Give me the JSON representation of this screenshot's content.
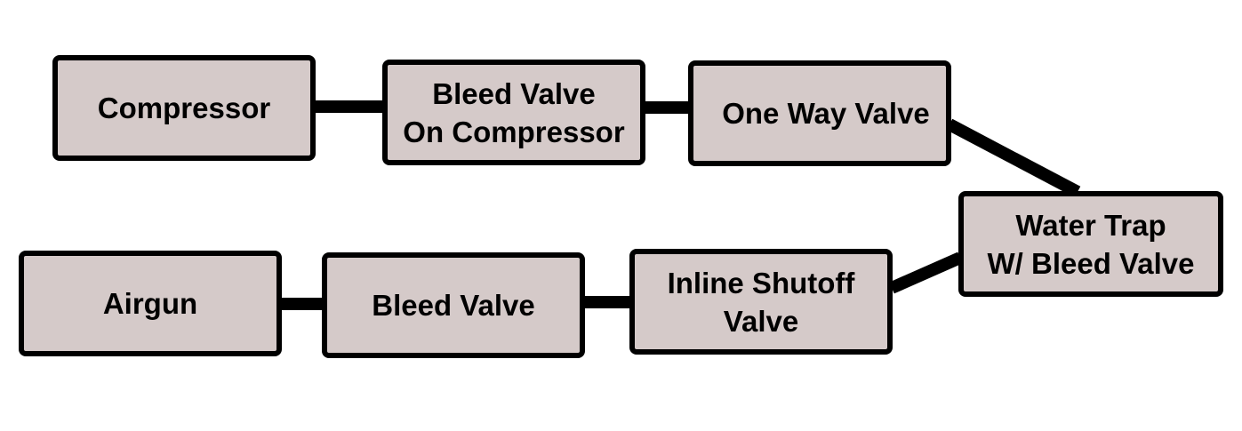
{
  "diagram": {
    "colors": {
      "box_fill": "#d5cac9",
      "box_border": "#000000",
      "connector": "#000000",
      "text": "#000000",
      "background": "#ffffff"
    },
    "nodes": {
      "compressor": "Compressor",
      "bleed_valve_compressor": "Bleed Valve\nOn Compressor",
      "one_way_valve": "One Way Valve",
      "water_trap": "Water Trap\nW/ Bleed Valve",
      "inline_shutoff": "Inline Shutoff\nValve",
      "bleed_valve": "Bleed Valve",
      "airgun": "Airgun"
    }
  }
}
